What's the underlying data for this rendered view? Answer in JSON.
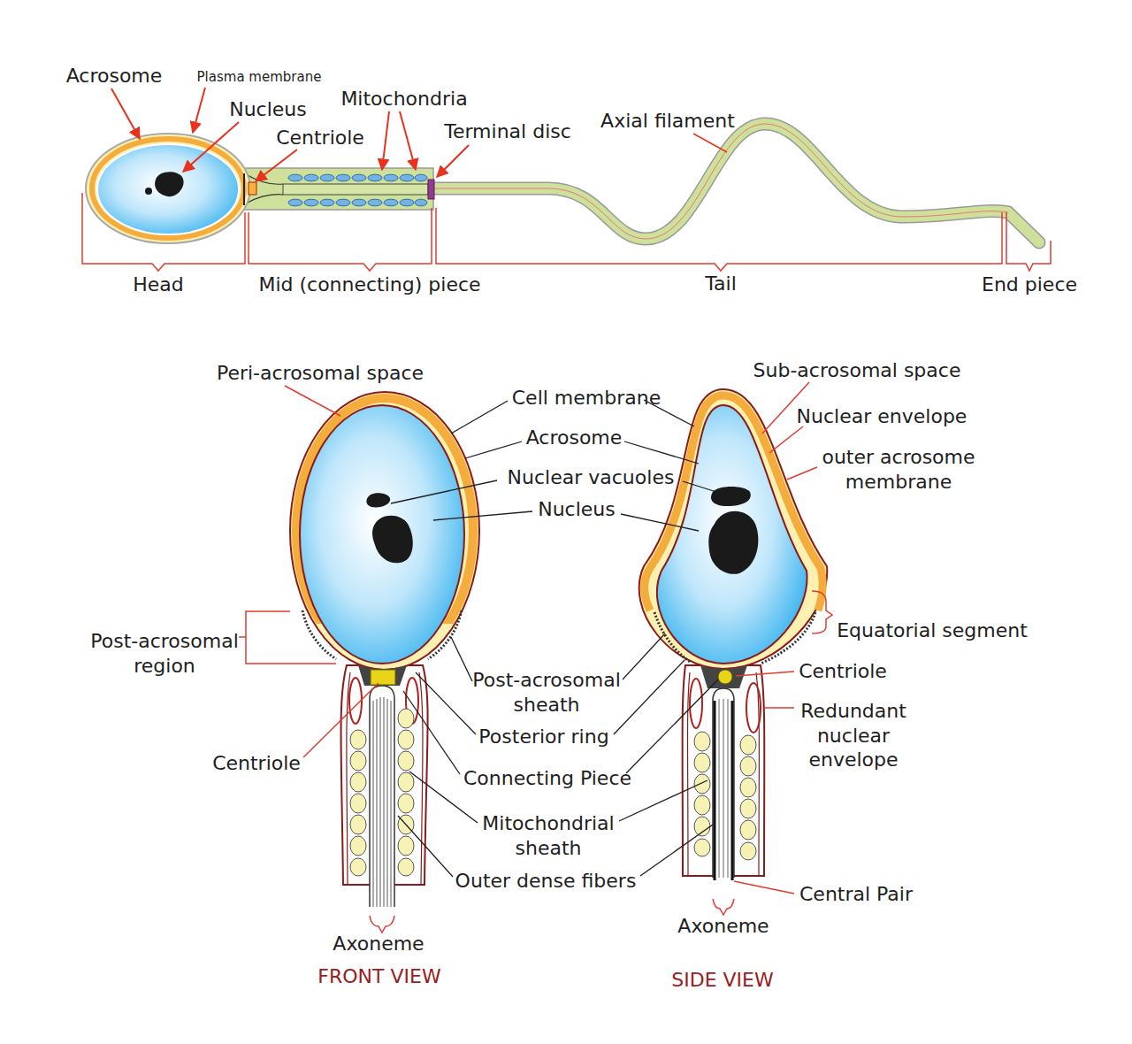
{
  "diagram": {
    "labels": [
      "Acrosome",
      "Plasma membrane",
      "Nucleus",
      "Centriole",
      "Mitochondria",
      "Terminal disc",
      "Axial filament",
      "Head",
      "Mid (connecting) piece",
      "Tail",
      "End piece",
      "Peri-acrosomal space",
      "Cell membrane",
      "Acrosome",
      "Nuclear vacuoles",
      "Nucleus",
      "Sub-acrosomal space",
      "Nuclear envelope",
      "outer acrosome membrane",
      "Equatorial segment",
      "Post-acrosomal region",
      "Post-acrosomal sheath",
      "Posterior ring",
      "Centriole",
      "Redundant nuclear envelope",
      "Centriole",
      "Connecting Piece",
      "Mitochondrial sheath",
      "Outer dense fibers",
      "Central Pair",
      "Axoneme",
      "FRONT VIEW",
      "Axoneme",
      "SIDE VIEW"
    ]
  }
}
